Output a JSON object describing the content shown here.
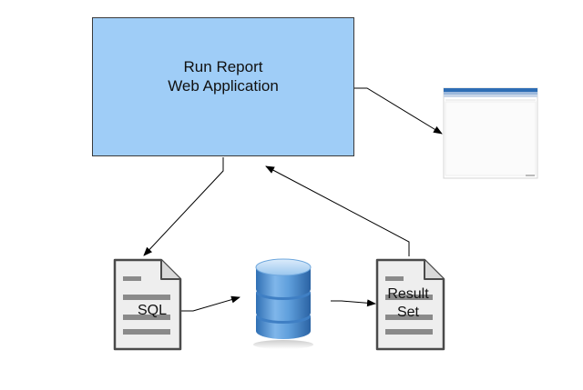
{
  "app_box": {
    "line1": "Run Report",
    "line2": "Web Application",
    "fill_color": "#9fcdf7"
  },
  "docs": {
    "sql_label": "SQL",
    "result_line1": "Result",
    "result_line2": "Set"
  },
  "icons": {
    "database": "database-icon",
    "document": "document-icon",
    "browser": "browser-window-thumbnail"
  },
  "colors": {
    "browser_header": "#2d6db5",
    "document_fill": "#efefef",
    "document_stroke": "#4a4a4a",
    "db_body": "#4a8fd0"
  }
}
